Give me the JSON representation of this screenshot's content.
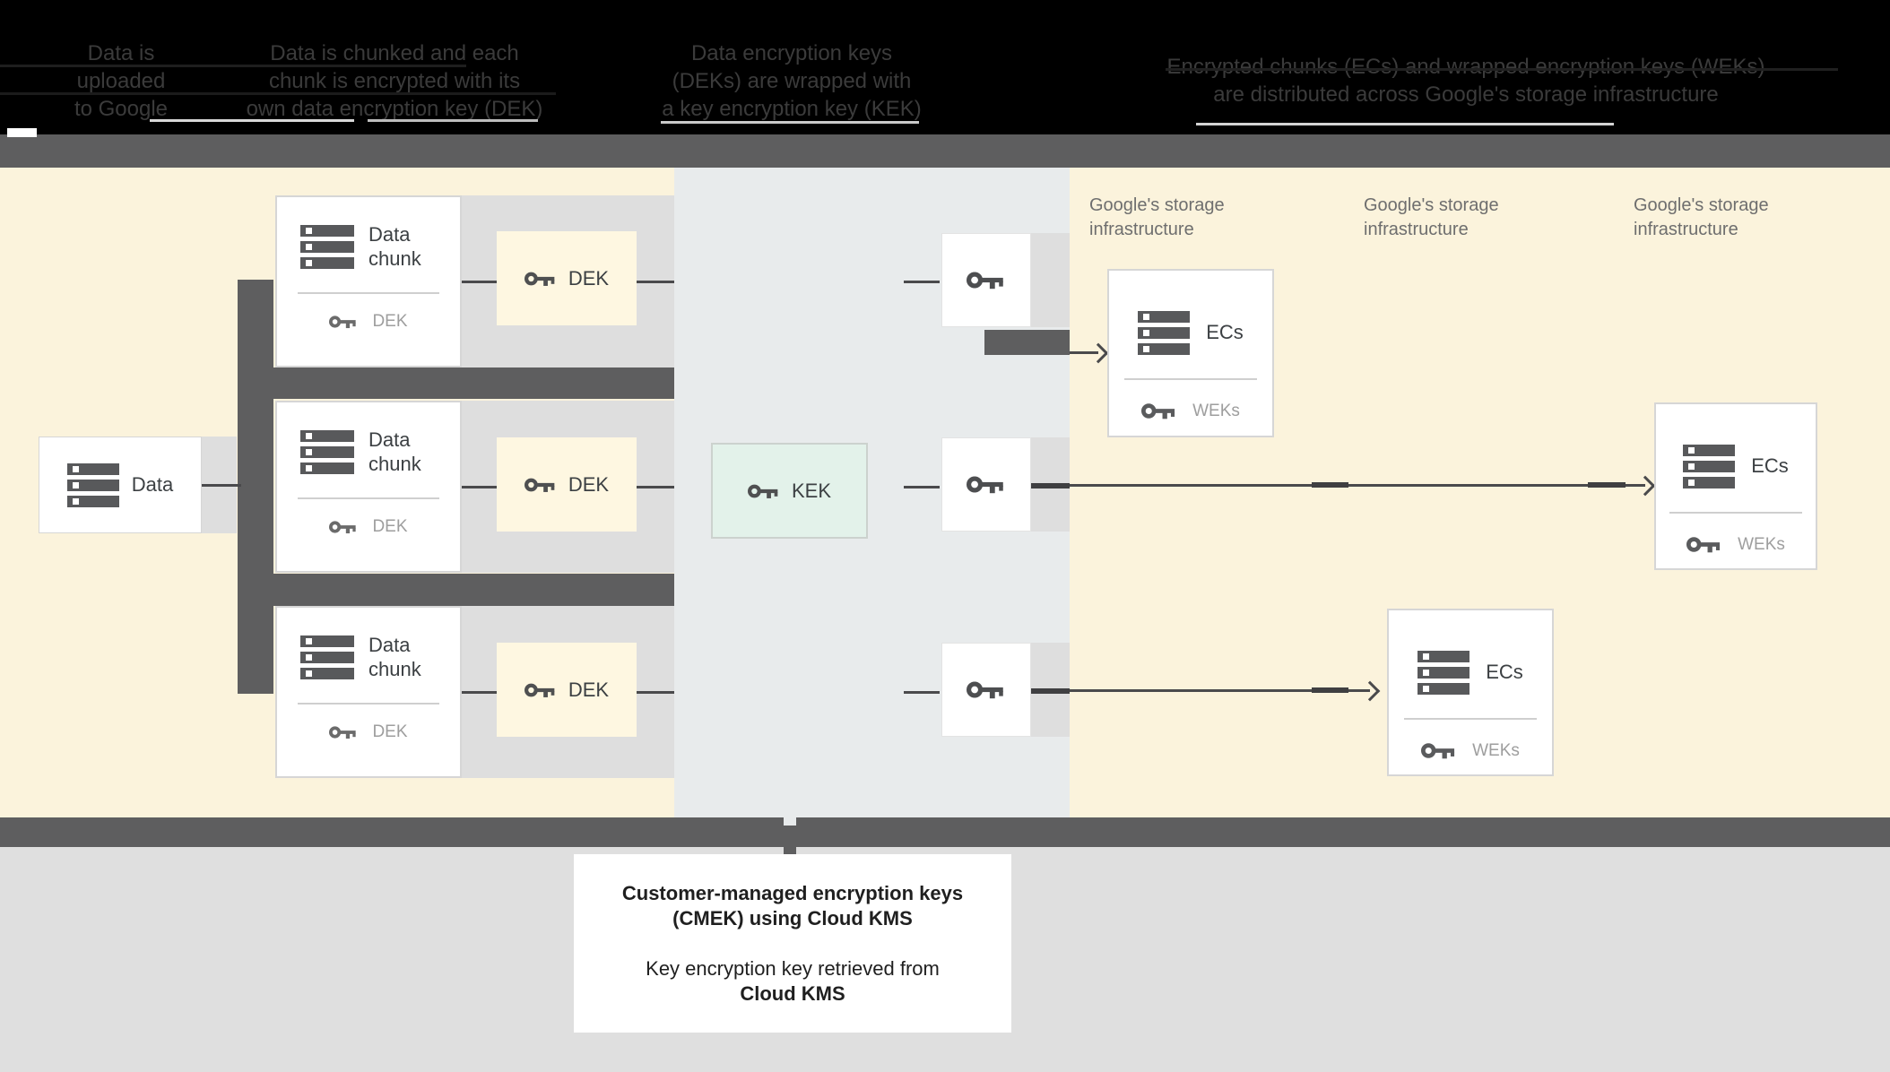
{
  "header": {
    "columns": [
      {
        "lines": [
          "Data is",
          "uploaded",
          "to Google"
        ]
      },
      {
        "lines": [
          "Data is chunked and each",
          "chunk is encrypted with its",
          "own data encryption key (DEK)"
        ]
      },
      {
        "lines": [
          "Data encryption keys",
          "(DEKs) are wrapped with",
          "a key encryption key (KEK)"
        ]
      },
      {
        "lines": [
          "Encrypted chunks (ECs) and wrapped encryption keys (WEKs)",
          "are distributed across Google's storage infrastructure"
        ]
      }
    ]
  },
  "labels": {
    "data_box": "Data",
    "data_chunk": "Data chunk",
    "dek_small": "DEK",
    "dek_box": "DEK",
    "kek_box": "KEK",
    "storage": "Google's storage infrastructure",
    "ecs": "ECs",
    "weks": "WEKs"
  },
  "caption": {
    "line1": "Customer-managed encryption keys",
    "line2": "(CMEK) using Cloud KMS",
    "line3": "Key encryption key retrieved from",
    "line4": "Cloud KMS"
  },
  "colors": {
    "black": "#000000",
    "band": "#5e5e5f",
    "cream": "#fbf3dc",
    "bluegray": "#e8ebec",
    "panel": "#dedede",
    "yellow": "#fef7e1",
    "green": "#e3f2ea",
    "line": "#4a4a4c",
    "border": "#d6d6d6",
    "icon": "#58595b",
    "graytext": "#9e9e9e",
    "storagetext": "#6e6e6e",
    "darktext": "#3c4043",
    "bottomgray": "#dfdfdf",
    "headertext": "#3b3b3b"
  }
}
